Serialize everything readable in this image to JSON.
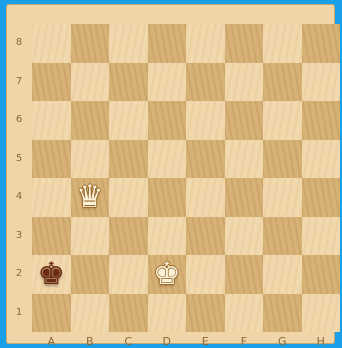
{
  "board": {
    "files": [
      "A",
      "B",
      "C",
      "D",
      "E",
      "F",
      "G",
      "H"
    ],
    "ranks": [
      "8",
      "7",
      "6",
      "5",
      "4",
      "3",
      "2",
      "1"
    ],
    "pieces": [
      {
        "square": "b4",
        "type": "queen",
        "color": "white",
        "glyph": "♛",
        "icon": "white-queen-icon"
      },
      {
        "square": "a2",
        "type": "king",
        "color": "black",
        "glyph": "♚",
        "icon": "black-king-icon"
      },
      {
        "square": "d2",
        "type": "king",
        "color": "white",
        "glyph": "♚",
        "icon": "white-king-icon"
      }
    ]
  },
  "colors": {
    "frame": "#1aa0e8",
    "light_square": "#f1d9ad",
    "dark_square": "#d7b276",
    "white_piece": "#fbf1d8",
    "black_piece": "#6b2a12"
  }
}
